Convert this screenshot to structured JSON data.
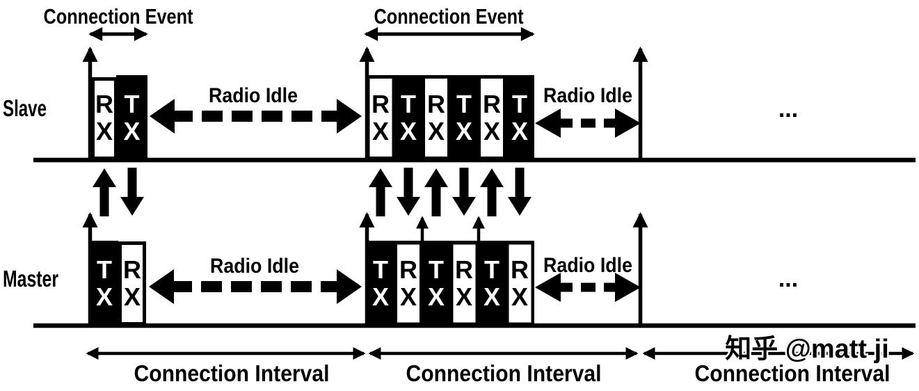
{
  "title_labels": {
    "connection_event": "Connection Event",
    "radio_idle": "Radio Idle",
    "connection_interval": "Connection Interval",
    "ellipsis": "..."
  },
  "rows": {
    "slave": "Slave",
    "master": "Master"
  },
  "seq": {
    "slave1": [
      "RX",
      "TX"
    ],
    "slave2": [
      "RX",
      "TX",
      "RX",
      "TX",
      "RX",
      "TX"
    ],
    "master1": [
      "TX",
      "RX"
    ],
    "master2": [
      "TX",
      "RX",
      "TX",
      "RX",
      "TX",
      "RX"
    ]
  },
  "watermark": {
    "text": "知乎 @matt ji",
    "color": "#c6c6c6"
  },
  "colors": {
    "ink": "#000000",
    "paper": "#ffffff"
  }
}
